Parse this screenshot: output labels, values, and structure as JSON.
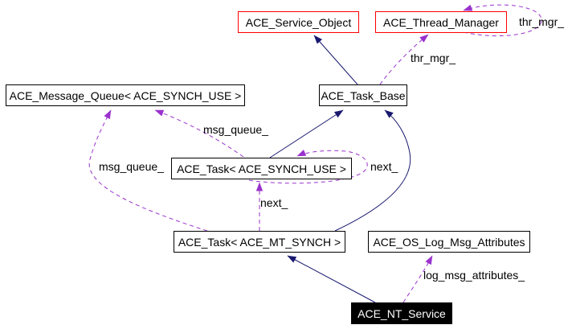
{
  "diagram": {
    "kind": "collaboration-graph",
    "colors": {
      "background": "#ffffff",
      "inheritance_edge": "#191970",
      "usage_edge": "#9a32cd",
      "node_border": "#000000",
      "highlight_border": "#ff0000",
      "focus_fill": "#000000",
      "focus_text": "#ffffff"
    },
    "nodes": [
      {
        "id": "ace-service-object",
        "label": "ACE_Service_Object",
        "style": "red"
      },
      {
        "id": "ace-thread-manager",
        "label": "ACE_Thread_Manager",
        "style": "red"
      },
      {
        "id": "ace-task-base",
        "label": "ACE_Task_Base",
        "style": "normal"
      },
      {
        "id": "ace-message-queue",
        "label": "ACE_Message_Queue< ACE_SYNCH_USE >",
        "style": "normal"
      },
      {
        "id": "ace-task-synch-use",
        "label": "ACE_Task< ACE_SYNCH_USE >",
        "style": "normal"
      },
      {
        "id": "ace-task-mt-synch",
        "label": "ACE_Task< ACE_MT_SYNCH >",
        "style": "normal"
      },
      {
        "id": "ace-os-log-msg-attributes",
        "label": "ACE_OS_Log_Msg_Attributes",
        "style": "normal"
      },
      {
        "id": "ace-nt-service",
        "label": "ACE_NT_Service",
        "style": "focus"
      }
    ],
    "edge_labels": [
      {
        "id": "thr-mgr-self",
        "text": "thr_mgr_"
      },
      {
        "id": "thr-mgr",
        "text": "thr_mgr_"
      },
      {
        "id": "msg-queue-from-synchuse",
        "text": "msg_queue_"
      },
      {
        "id": "msg-queue-from-mtsynch",
        "text": "msg_queue_"
      },
      {
        "id": "next-self",
        "text": "next_"
      },
      {
        "id": "next",
        "text": "next_"
      },
      {
        "id": "log-msg-attributes",
        "text": "log_msg_attributes_"
      }
    ]
  }
}
